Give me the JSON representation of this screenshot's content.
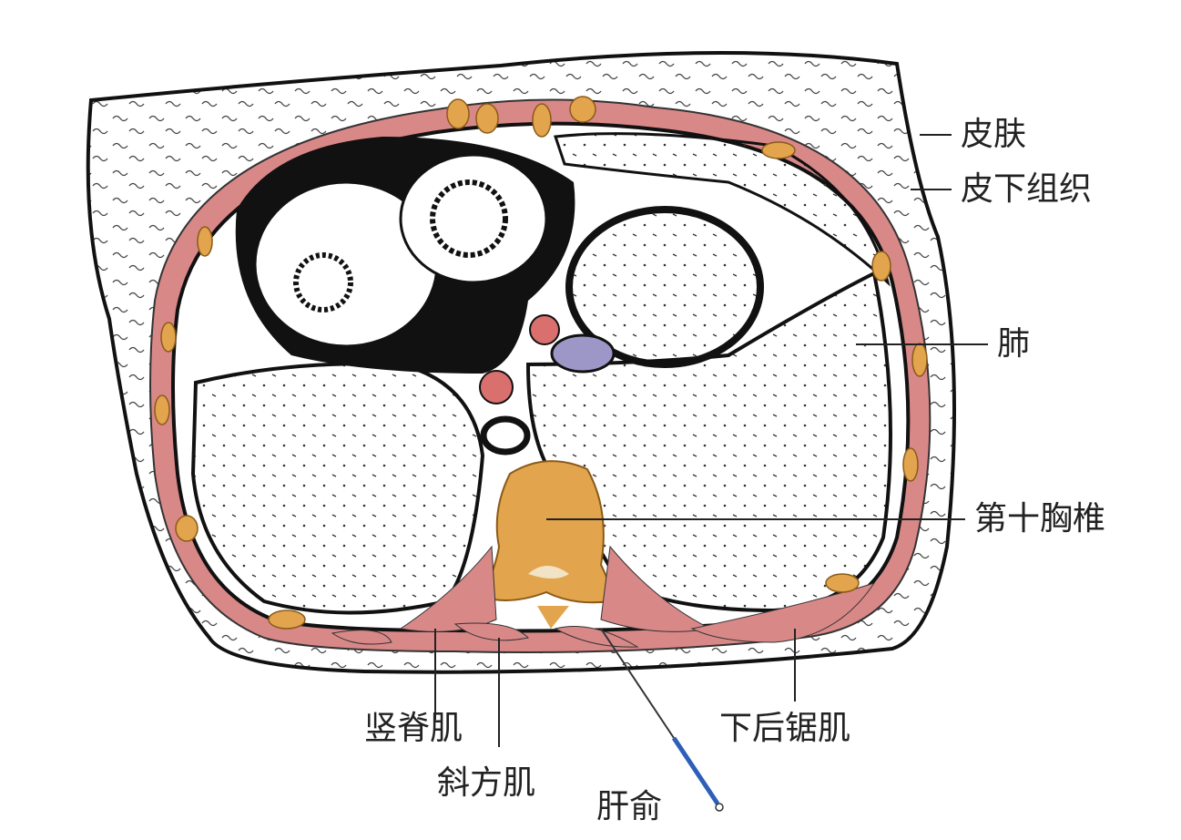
{
  "title": "第十胸椎水平横断面（肝俞）",
  "labels": {
    "skin": "皮肤",
    "subcutaneous": "皮下组织",
    "lung": "肺",
    "vertebra": "第十胸椎",
    "erector_spinae": "竖脊肌",
    "trapezius": "斜方肌",
    "serratus_posterior_inferior": "下后锯肌",
    "acupoint": "肝俞"
  },
  "colors": {
    "muscle": "#d98888",
    "bone": "#e2a44c",
    "vessel": "#d9706e",
    "vein": "#9d97c8",
    "needle": "#2e5fb8",
    "outline": "#111111"
  }
}
